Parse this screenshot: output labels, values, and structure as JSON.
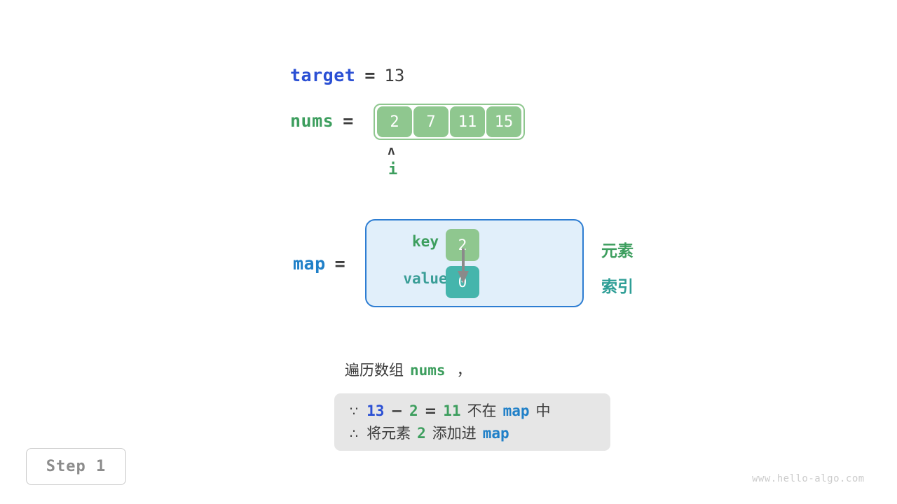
{
  "target": {
    "name": "target",
    "equals": "=",
    "value": "13"
  },
  "nums": {
    "name": "nums",
    "equals": "=",
    "cells": [
      "2",
      "7",
      "11",
      "15"
    ],
    "pointer": {
      "caret": "ʌ",
      "label": "i",
      "index": 0
    }
  },
  "map": {
    "name": "map",
    "equals": "=",
    "key_label": "key",
    "value_label": "value",
    "key_cell": "2",
    "value_cell": "0",
    "arrow": "down-arrow"
  },
  "legend": {
    "element": "元素",
    "index": "索引"
  },
  "caption": {
    "prefix": "遍历数组",
    "keyword": "nums",
    "suffix": "，"
  },
  "explanation": {
    "line1": {
      "symbol": "∵",
      "a": "13",
      "minus": "−",
      "b": "2",
      "eq": "=",
      "c": "11",
      "text_mid": "不在",
      "map": "map",
      "text_end": "中"
    },
    "line2": {
      "symbol": "∴",
      "text_pre": "将元素",
      "num": "2",
      "text_mid": "添加进",
      "map": "map"
    }
  },
  "step_badge": "Step 1",
  "watermark": "www.hello-algo.com",
  "colors": {
    "target_blue": "#2b50d4",
    "map_blue": "#2080c8",
    "green": "#3d9e5e",
    "cell_green": "#8fc78f",
    "teal": "#45b5ac",
    "teal_text": "#2e9e96",
    "map_box_fill": "#e1effa",
    "map_box_border": "#2d7dd2",
    "explain_bg": "#e6e6e6",
    "badge_text": "#8c8c8c",
    "watermark": "#cccccc"
  }
}
